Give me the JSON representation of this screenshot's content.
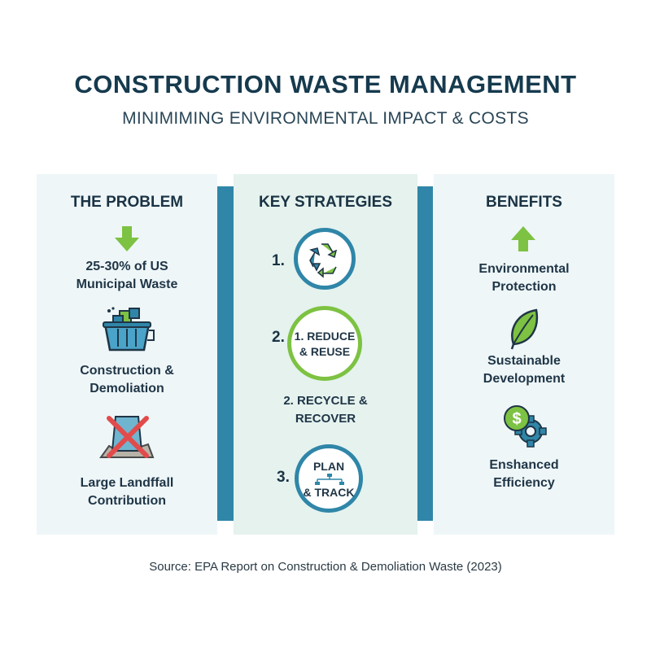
{
  "header": {
    "title": "CONSTRUCTION WASTE MANAGEMENT",
    "subtitle": "MINIMIMING ENVIRONMENTAL IMPACT & COSTS"
  },
  "problem": {
    "title": "THE PROBLEM",
    "item1_line1": "25-30% of US",
    "item1_line2": "Municipal Waste",
    "item2_line1": "Construction &",
    "item2_line2": "Demoliation",
    "item3_line1": "Large Landffall",
    "item3_line2": "Contribution"
  },
  "strategies": {
    "title": "KEY STRATEGIES",
    "num1": "1.",
    "num2": "2.",
    "circle2_line1": "1. REDUCE",
    "circle2_line2": "& REUSE",
    "text_line1": "2. RECYCLE &",
    "text_line2": "RECOVER",
    "num3": "3.",
    "circle3_line1": "PLAN",
    "circle3_line2": "& TRACK"
  },
  "benefits": {
    "title": "BENEFITS",
    "item1_line1": "Environmental",
    "item1_line2": "Protection",
    "item2_line1": "Sustainable",
    "item2_line2": "Development",
    "item3_line1": "Enshanced",
    "item3_line2": "Efficiency"
  },
  "footer": {
    "source": "Source: EPA Report on Construction & Demoliation Waste (2023)"
  },
  "colors": {
    "navy": "#163a4e",
    "blue": "#2f86a8",
    "green": "#7dc242",
    "red": "#e24b4b",
    "panel": "#eef6f8"
  }
}
